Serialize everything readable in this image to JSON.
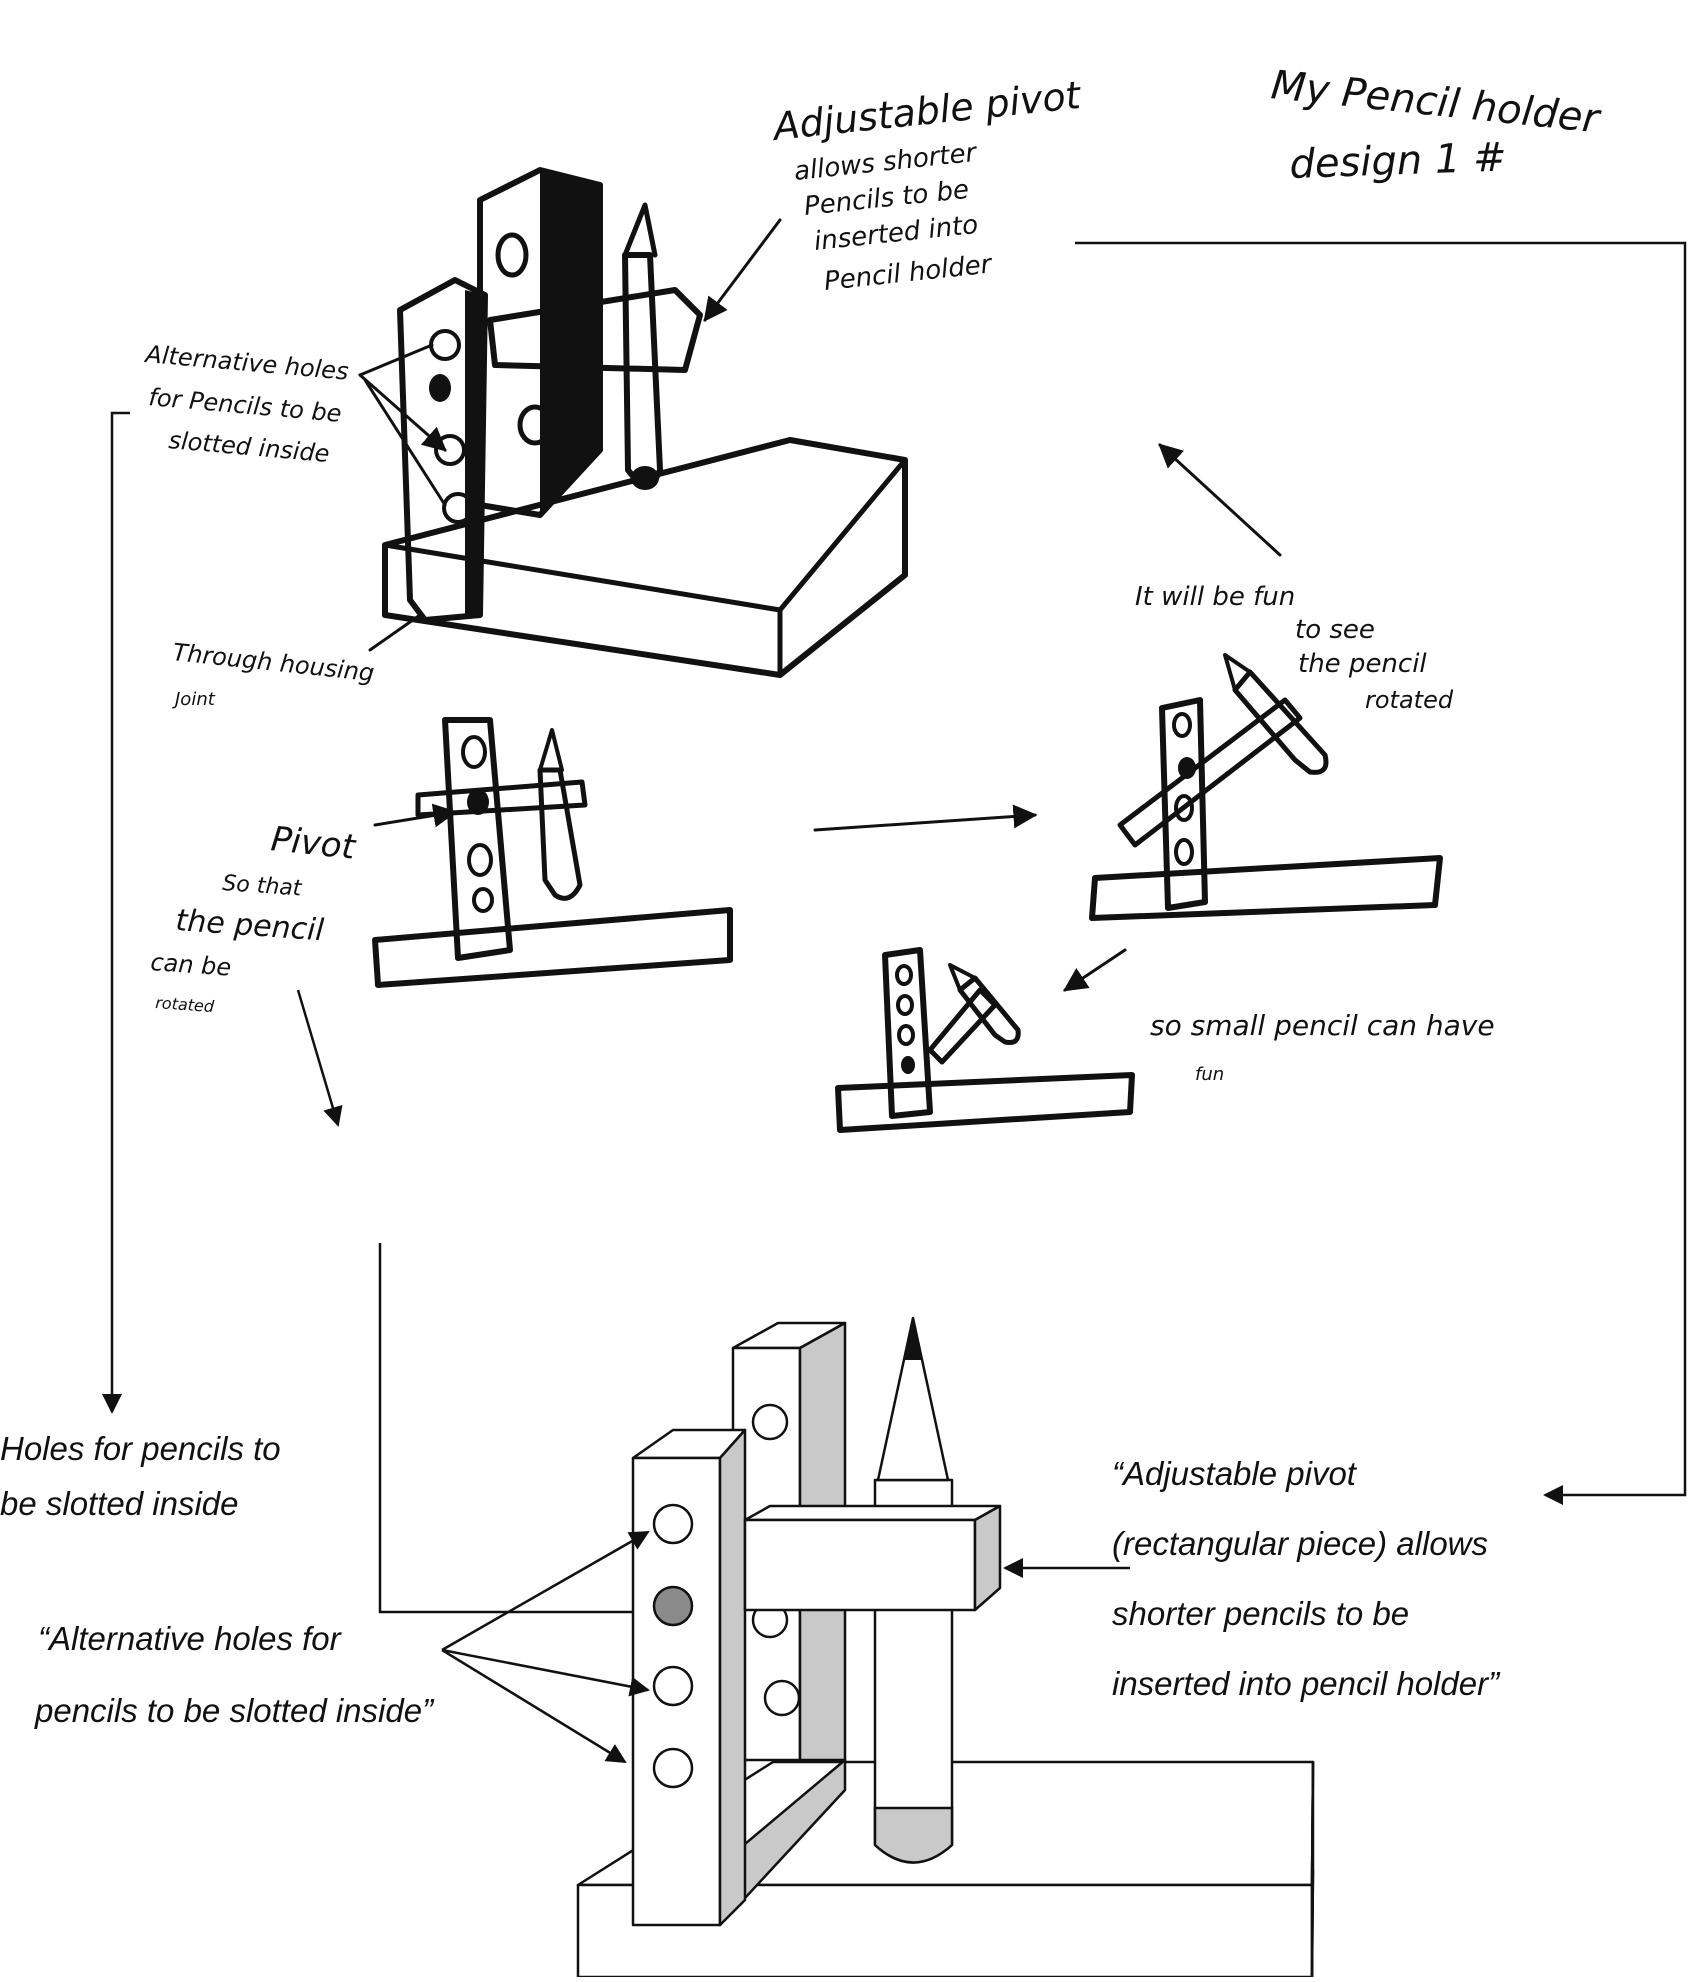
{
  "title": {
    "line1": "My Pencil holder",
    "line2": "design 1 #"
  },
  "sketch_notes": {
    "adjustable_pivot": {
      "heading": "Adjustable pivot",
      "lines": [
        "allows shorter",
        "Pencils to be",
        "inserted into",
        "Pencil holder"
      ]
    },
    "alternative_holes": {
      "lines": [
        "Alternative holes",
        "for Pencils to be",
        "slotted inside"
      ]
    },
    "through_housing": {
      "lines": [
        "Through housing",
        "Joint"
      ]
    },
    "pivot": {
      "heading": "Pivot",
      "lines": [
        "So that",
        "the pencil",
        "can be",
        "rotated"
      ]
    },
    "fun_rotated": {
      "lines": [
        "It will be fun",
        "to see",
        "the pencil",
        "rotated"
      ]
    },
    "small_pencil": {
      "lines": [
        "so small pencil can have",
        "fun"
      ]
    }
  },
  "cad_labels": {
    "holes": [
      "Holes for pencils to",
      "be slotted inside"
    ],
    "alternative_holes": [
      "“Alternative holes for",
      "pencils to be slotted inside”"
    ],
    "adjustable_pivot": [
      "“Adjustable pivot",
      "(rectangular piece) allows",
      "shorter pencils to be",
      "inserted into pencil holder”"
    ]
  },
  "colors": {
    "ink": "#111111",
    "paper": "#ffffff",
    "shade": "#c9c9c9",
    "filled_hole": "#8a8a8a"
  }
}
